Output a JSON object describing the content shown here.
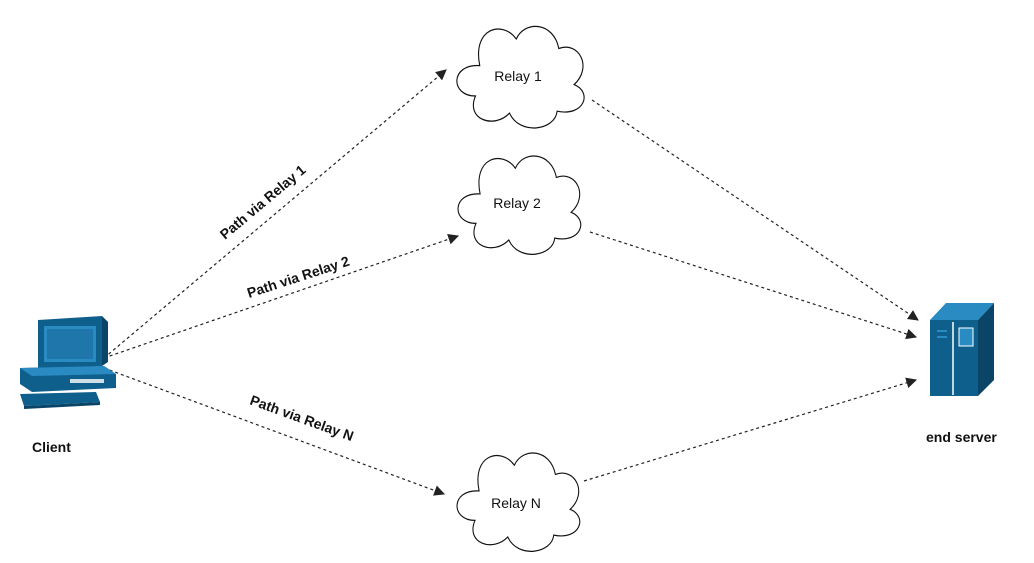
{
  "nodes": {
    "client": {
      "label": "Client"
    },
    "relay1": {
      "label": "Relay 1"
    },
    "relay2": {
      "label": "Relay 2"
    },
    "relayN": {
      "label": "Relay N"
    },
    "server": {
      "label": "end server"
    }
  },
  "edges": {
    "path1": {
      "label": "Path via Relay 1"
    },
    "path2": {
      "label": "Path via Relay 2"
    },
    "pathN": {
      "label": "Path via Relay N"
    }
  },
  "colors": {
    "device_blue": "#0f5f8d",
    "device_light": "#2a8bc3",
    "line": "#222222"
  },
  "icons": {
    "client": "desktop-computer-icon",
    "server": "server-tower-icon",
    "relay": "cloud-icon"
  }
}
